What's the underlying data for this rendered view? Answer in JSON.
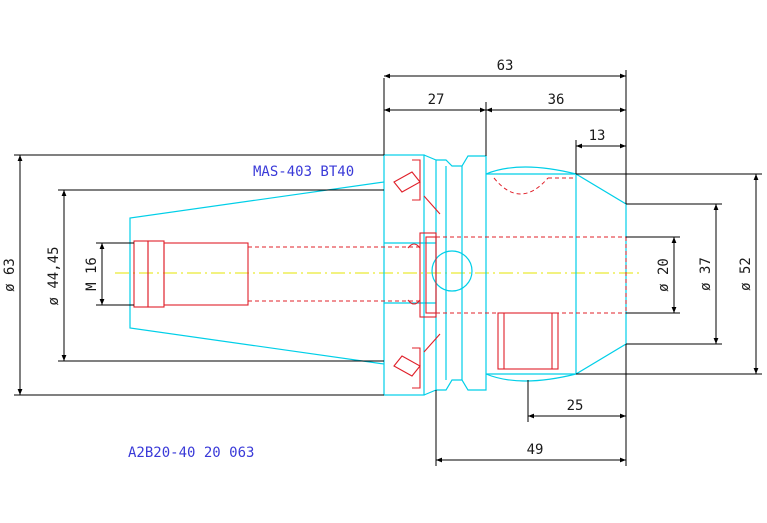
{
  "labels": {
    "holder_type": "MAS-403 BT40",
    "part_number": "A2B20-40 20 063"
  },
  "dimensions": {
    "overall_length": "63",
    "flange_length": "27",
    "body_length": "36",
    "end_length": "13",
    "length_25": "25",
    "length_49": "49",
    "dia_63": "ø 63",
    "dia_44_45": "ø 44,45",
    "thread_m16": "M 16",
    "dia_20": "ø 20",
    "dia_37": "ø 37",
    "dia_52": "ø 52"
  },
  "colors": {
    "outline": "#00cfe8",
    "hidden": "#e0202a",
    "dimension": "#000000",
    "label": "#3a3ad8",
    "centerline": "#e6e600"
  }
}
